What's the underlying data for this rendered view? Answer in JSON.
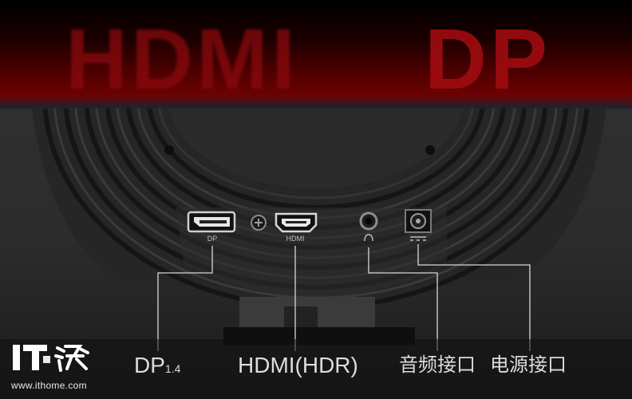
{
  "banner": {
    "word_left": "HDMI",
    "word_right": "DP"
  },
  "port_labels": {
    "dp_main": "DP",
    "dp_version": "1.4",
    "hdmi": "HDMI(HDR)",
    "audio": "音频接口",
    "power": "电源接口"
  },
  "port_markings": {
    "dp": "DP",
    "hdmi": "HDMI"
  },
  "watermark": {
    "logo_icon": "ithome-logo-icon",
    "url": "www.ithome.com"
  },
  "colors": {
    "banner_red": "#7a0406",
    "panel_gray": "#2e2e2e",
    "leader_line": "#d8d8d8",
    "label_text": "#dcdcdc"
  }
}
